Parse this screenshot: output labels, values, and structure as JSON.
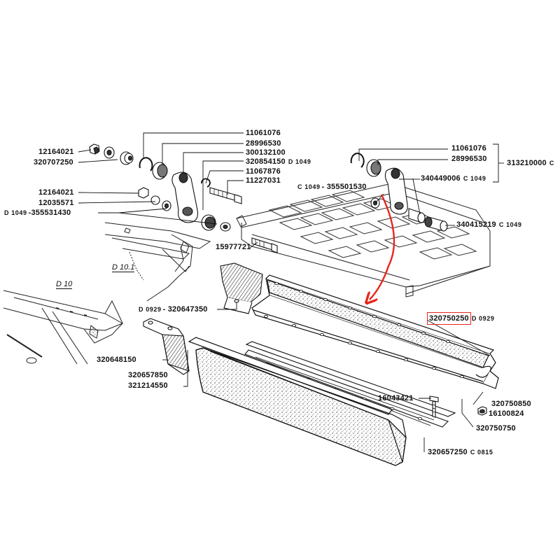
{
  "diagram": {
    "sections": {
      "d10_1": "D 10.1",
      "d10": "D 10"
    },
    "colors": {
      "ink": "#111111",
      "arrow": "#e8261c",
      "highlight": "#e8261c"
    },
    "labels": {
      "p12164021_a": "12164021",
      "p320707250": "320707250",
      "p12164021_b": "12164021",
      "p12035571": "12035571",
      "p355531430": {
        "ref": "D 1049",
        "num": "-355531430"
      },
      "p11061076_a": "11061076",
      "p28996530_a": "28996530",
      "p300132100": "300132100",
      "p320854150": {
        "num": "320854150",
        "ref": "D 1049"
      },
      "p11067876": "11067876",
      "p11227031": "11227031",
      "p15977721": "15977721",
      "p11061076_b": "11061076",
      "p28996530_b": "28996530",
      "p313210000": {
        "num": "313210000",
        "ref": "C"
      },
      "p355501530": {
        "ref": "C 1049",
        "num": "- 355501530"
      },
      "p340449006": {
        "num": "340449006",
        "ref": "C 1049"
      },
      "p340415219": {
        "num": "340415219",
        "ref": "C 1049"
      },
      "p320647350": {
        "ref": "D 0929",
        "num": "- 320647350"
      },
      "p320750250": {
        "num": "320750250",
        "ref": "D 0929"
      },
      "p320648150": "320648150",
      "p320657850": "320657850",
      "p321214550": "321214550",
      "p16043421": "16043421",
      "p320750850": "320750850",
      "p16100824": "16100824",
      "p320750750": "320750750",
      "p320657250": {
        "num": "320657250",
        "ref": "C 0815"
      }
    }
  }
}
